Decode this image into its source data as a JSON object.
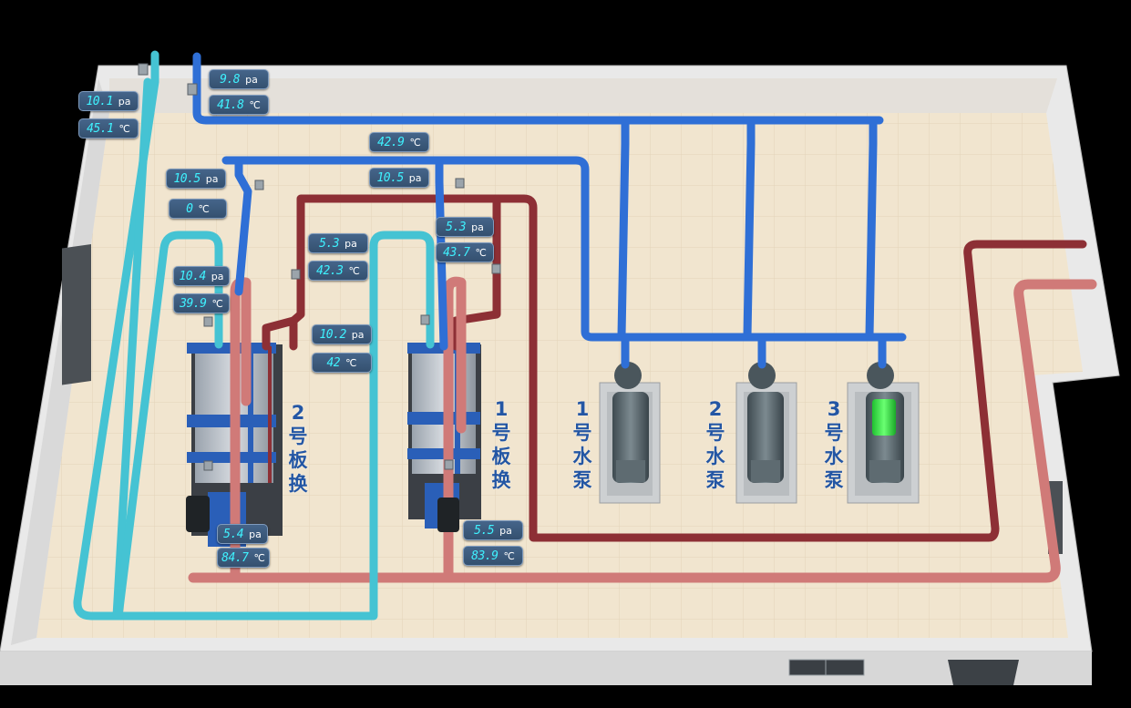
{
  "colors": {
    "hot_supply": "#8d2f35",
    "hot_return": "#d07a78",
    "cold_supply": "#2f6fd6",
    "cold_return": "#45c3d3",
    "readout_text": "#3ff2ff",
    "label_text": "#2356a4",
    "pump_running": "#3cf04a"
  },
  "readouts": [
    {
      "id": "r-inlet-left-pressure",
      "value": "10.1",
      "unit": "pa"
    },
    {
      "id": "r-inlet-left-temp",
      "value": "45.1",
      "unit": "℃"
    },
    {
      "id": "r-inlet-right-pressure",
      "value": "9.8",
      "unit": "pa"
    },
    {
      "id": "r-inlet-right-temp",
      "value": "41.8",
      "unit": "℃"
    },
    {
      "id": "r-header-temp",
      "value": "42.9",
      "unit": "℃"
    },
    {
      "id": "r-header-pressure",
      "value": "10.5",
      "unit": "pa"
    },
    {
      "id": "r-hx2-cold-pressure",
      "value": "10.5",
      "unit": "pa"
    },
    {
      "id": "r-hx2-cold-temp",
      "value": "0",
      "unit": "℃"
    },
    {
      "id": "r-hx2-hot-pressure",
      "value": "5.3",
      "unit": "pa"
    },
    {
      "id": "r-hx2-hot-temp",
      "value": "42.3",
      "unit": "℃"
    },
    {
      "id": "r-hx1-hot-pressure",
      "value": "5.3",
      "unit": "pa"
    },
    {
      "id": "r-hx1-hot-temp",
      "value": "43.7",
      "unit": "℃"
    },
    {
      "id": "r-hx2-out-pressure",
      "value": "10.4",
      "unit": "pa"
    },
    {
      "id": "r-hx2-out-temp",
      "value": "39.9",
      "unit": "℃"
    },
    {
      "id": "r-mid-pressure",
      "value": "10.2",
      "unit": "pa"
    },
    {
      "id": "r-mid-temp",
      "value": "42",
      "unit": "℃"
    },
    {
      "id": "r-hx2-bottom-pressure",
      "value": "5.4",
      "unit": "pa"
    },
    {
      "id": "r-hx2-bottom-temp",
      "value": "84.7",
      "unit": "℃"
    },
    {
      "id": "r-hx1-bottom-pressure",
      "value": "5.5",
      "unit": "pa"
    },
    {
      "id": "r-hx1-bottom-temp",
      "value": "83.9",
      "unit": "℃"
    }
  ],
  "equipment": {
    "hx2_label": [
      "2",
      "号",
      "板",
      "换"
    ],
    "hx1_label": [
      "1",
      "号",
      "板",
      "换"
    ],
    "pump1_label": [
      "1",
      "号",
      "水",
      "泵"
    ],
    "pump2_label": [
      "2",
      "号",
      "水",
      "泵"
    ],
    "pump3_label": [
      "3",
      "号",
      "水",
      "泵"
    ]
  },
  "pumps": [
    {
      "id": "pump-1",
      "running": false
    },
    {
      "id": "pump-2",
      "running": false
    },
    {
      "id": "pump-3",
      "running": true
    }
  ]
}
